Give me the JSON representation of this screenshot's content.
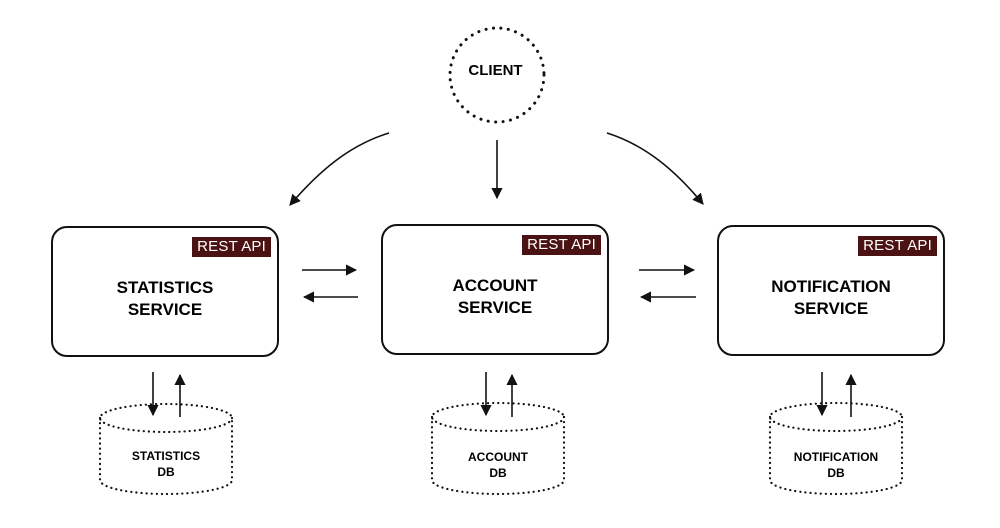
{
  "client": {
    "label": "CLIENT"
  },
  "services": [
    {
      "id": "statistics",
      "badge": "REST API",
      "line1": "STATISTICS",
      "line2": "SERVICE"
    },
    {
      "id": "account",
      "badge": "REST API",
      "line1": "ACCOUNT",
      "line2": "SERVICE"
    },
    {
      "id": "notification",
      "badge": "REST API",
      "line1": "NOTIFICATION",
      "line2": "SERVICE"
    }
  ],
  "databases": [
    {
      "id": "statistics",
      "line1": "STATISTICS",
      "line2": "DB"
    },
    {
      "id": "account",
      "line1": "ACCOUNT",
      "line2": "DB"
    },
    {
      "id": "notification",
      "line1": "NOTIFICATION",
      "line2": "DB"
    }
  ],
  "colors": {
    "badge_bg": "#4a1212",
    "stroke": "#111111"
  }
}
